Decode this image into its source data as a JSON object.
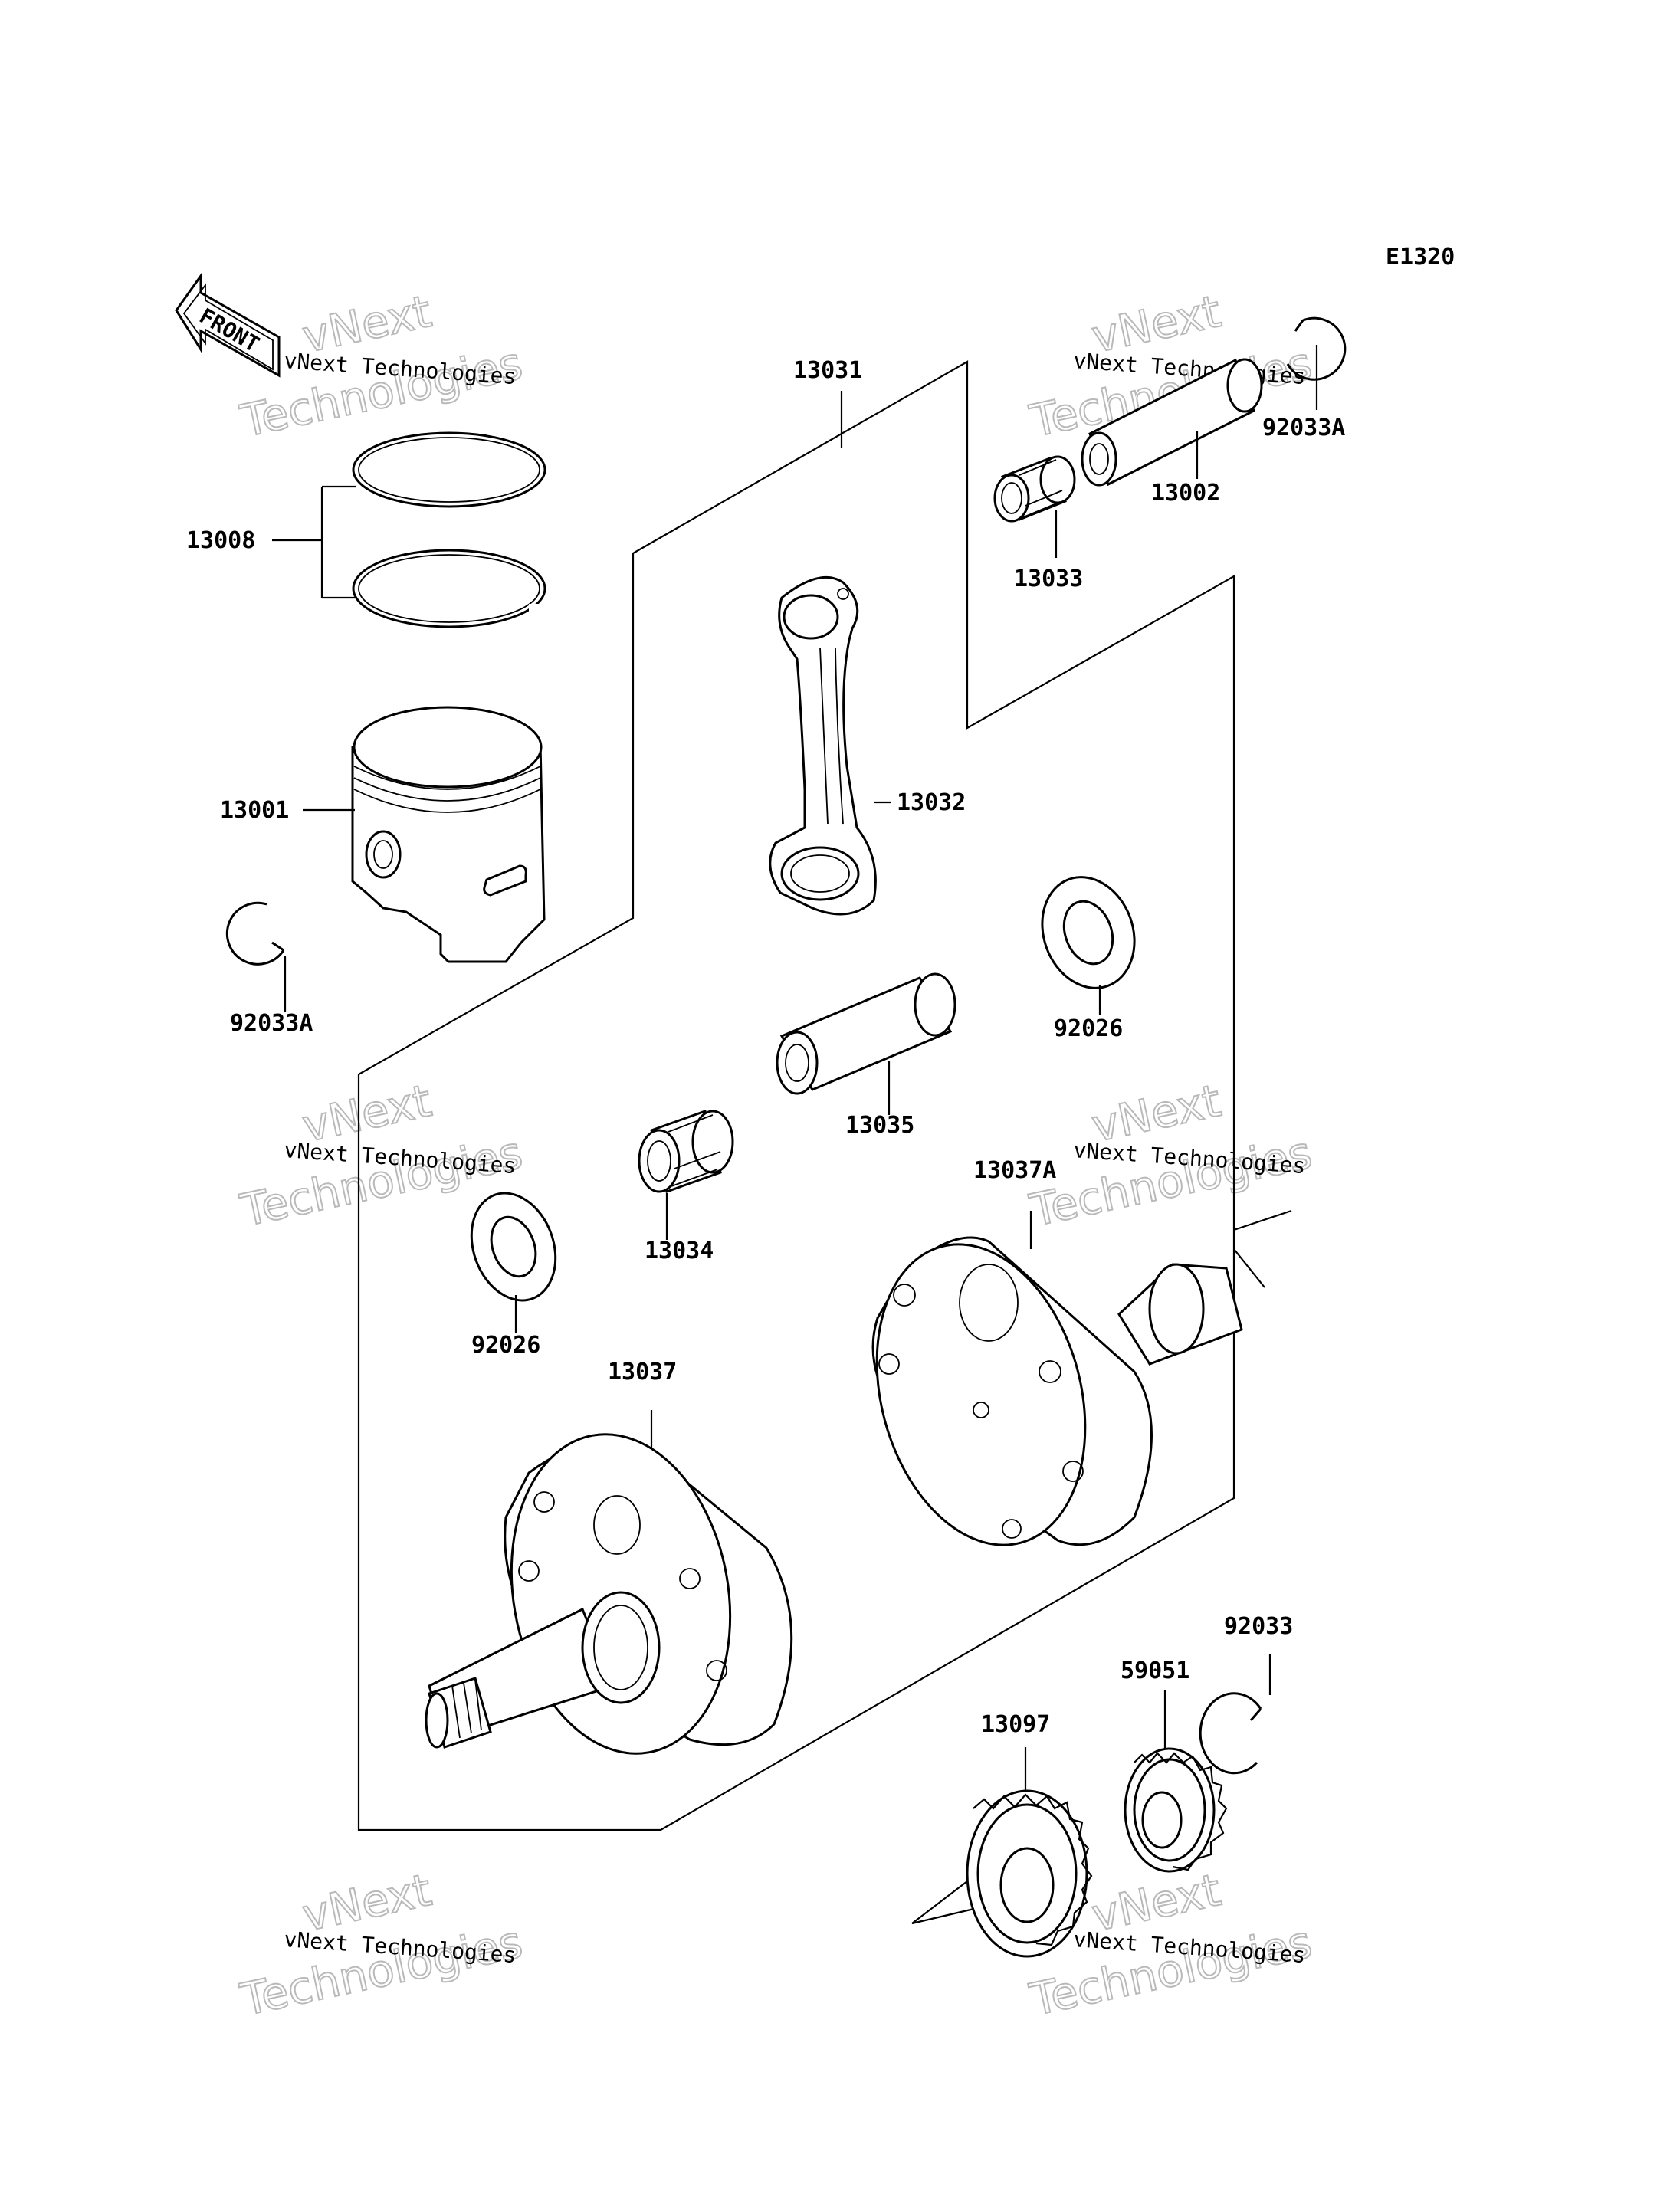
{
  "diagram_code": "E1320",
  "front_label": "FRONT",
  "watermark": {
    "line1": "vNext",
    "line2": "Technologies",
    "caption": "vNext Technologies"
  },
  "parts": {
    "p13008": "13008",
    "p13001": "13001",
    "p92033A_left": "92033A",
    "p13031": "13031",
    "p13032": "13032",
    "p13033": "13033",
    "p13002": "13002",
    "p92033A_right": "92033A",
    "p92026_right": "92026",
    "p13035": "13035",
    "p13034": "13034",
    "p13037A": "13037A",
    "p92026_left": "92026",
    "p13037": "13037",
    "p92033": "92033",
    "p59051": "59051",
    "p13097": "13097"
  }
}
